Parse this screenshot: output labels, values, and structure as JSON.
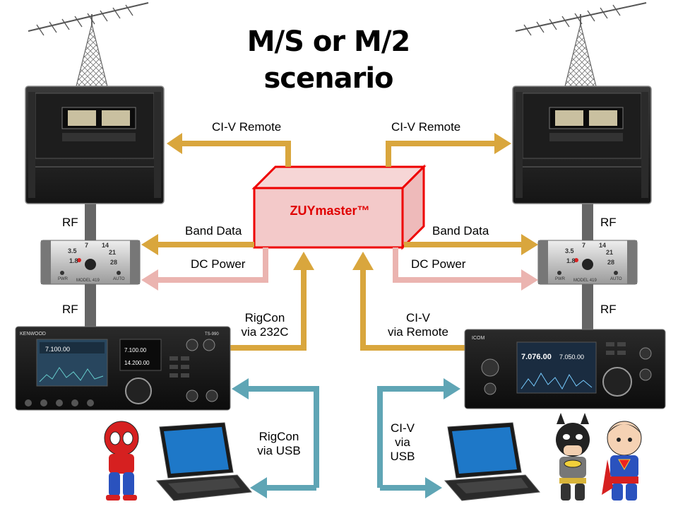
{
  "title": {
    "line1": "M/S or M/2",
    "line2": "scenario"
  },
  "center_box": {
    "label": "ZUYmaster™"
  },
  "labels": {
    "civ_remote_left": "CI-V Remote",
    "civ_remote_right": "CI-V Remote",
    "band_data_left": "Band Data",
    "band_data_right": "Band Data",
    "dc_power_left": "DC Power",
    "dc_power_right": "DC Power",
    "rf_left_top": "RF",
    "rf_left_bottom": "RF",
    "rf_right_top": "RF",
    "rf_right_bottom": "RF",
    "rigcon_232c": "RigCon\nvia 232C",
    "civ_via_remote": "CI-V\nvia Remote",
    "rigcon_usb": "RigCon\nvia USB",
    "civ_via_usb": "CI-V\nvia\nUSB"
  },
  "devices": {
    "switch_bands": [
      "3.5",
      "7",
      "14",
      "21",
      "1.8",
      "28"
    ],
    "switch_mode": [
      "PWR",
      "AUTO"
    ],
    "switch_model": "MODEL 419",
    "left_radio_brand": "KENWOOD",
    "left_radio_model": "TS-990",
    "left_radio_freq_main": "7.100.00",
    "left_radio_freq_sub": "14.200.00",
    "right_radio_brand": "ICOM",
    "right_radio_freq_main": "7.076.00",
    "right_radio_freq_sub": "7.050.00"
  },
  "colors": {
    "control_arrow": "#d9a63d",
    "power_arrow": "#ebb4b0",
    "usb_arrow": "#5fa5b5",
    "box_fill": "#f3c9c9",
    "box_stroke": "#ee0000",
    "rf_cable": "#666666"
  }
}
